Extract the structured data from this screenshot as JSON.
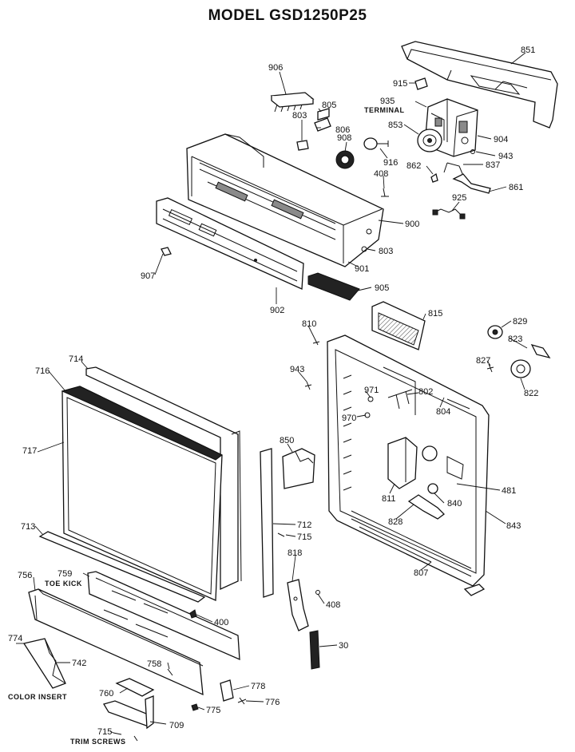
{
  "title": "MODEL GSD1250P25",
  "captions": {
    "terminal": "TERMINAL",
    "toe_kick": "TOE KICK",
    "color_insert": "COLOR INSERT",
    "trim_screws": "TRIM SCREWS"
  },
  "parts": {
    "p851": "851",
    "p906": "906",
    "p915": "915",
    "p935": "935",
    "p805": "805",
    "p803a": "803",
    "p806": "806",
    "p908": "908",
    "p853": "853",
    "p904": "904",
    "p943a": "943",
    "p916": "916",
    "p862": "862",
    "p837": "837",
    "p408a": "408",
    "p861": "861",
    "p925": "925",
    "p900": "900",
    "p803b": "803",
    "p907": "907",
    "p901": "901",
    "p905": "905",
    "p902": "902",
    "p815": "815",
    "p810": "810",
    "p829": "829",
    "p823": "823",
    "p714": "714",
    "p827": "827",
    "p716": "716",
    "p943b": "943",
    "p971": "971",
    "p802": "802",
    "p804": "804",
    "p822": "822",
    "p970": "970",
    "p717": "717",
    "p850": "850",
    "p481": "481",
    "p811": "811",
    "p840": "840",
    "p713": "713",
    "p712": "712",
    "p828": "828",
    "p843": "843",
    "p715a": "715",
    "p807": "807",
    "p756": "756",
    "p759": "759",
    "p818": "818",
    "p400": "400",
    "p408b": "408",
    "p774": "774",
    "p742": "742",
    "p30": "30",
    "p758": "758",
    "p778": "778",
    "p760": "760",
    "p776": "776",
    "p775": "775",
    "p709": "709",
    "p715b": "715"
  }
}
